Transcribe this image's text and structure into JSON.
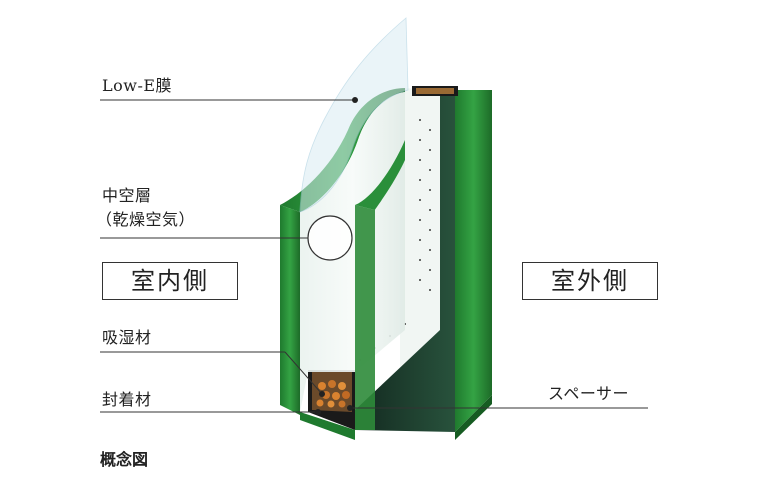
{
  "labels": {
    "low_e": "Low-E膜",
    "air_layer_line1": "中空層",
    "air_layer_line2": "（乾燥空気）",
    "indoor": "室内側",
    "outdoor": "室外側",
    "desiccant": "吸湿材",
    "sealant": "封着材",
    "spacer": "スペーサー",
    "caption": "概念図"
  },
  "colors": {
    "glass_green": "#2e8b3a",
    "glass_green_dark": "#1f6b2a",
    "spacer_dark": "#1d3a2c",
    "desiccant_bead": "#c8742a",
    "leader_line": "#333333"
  }
}
